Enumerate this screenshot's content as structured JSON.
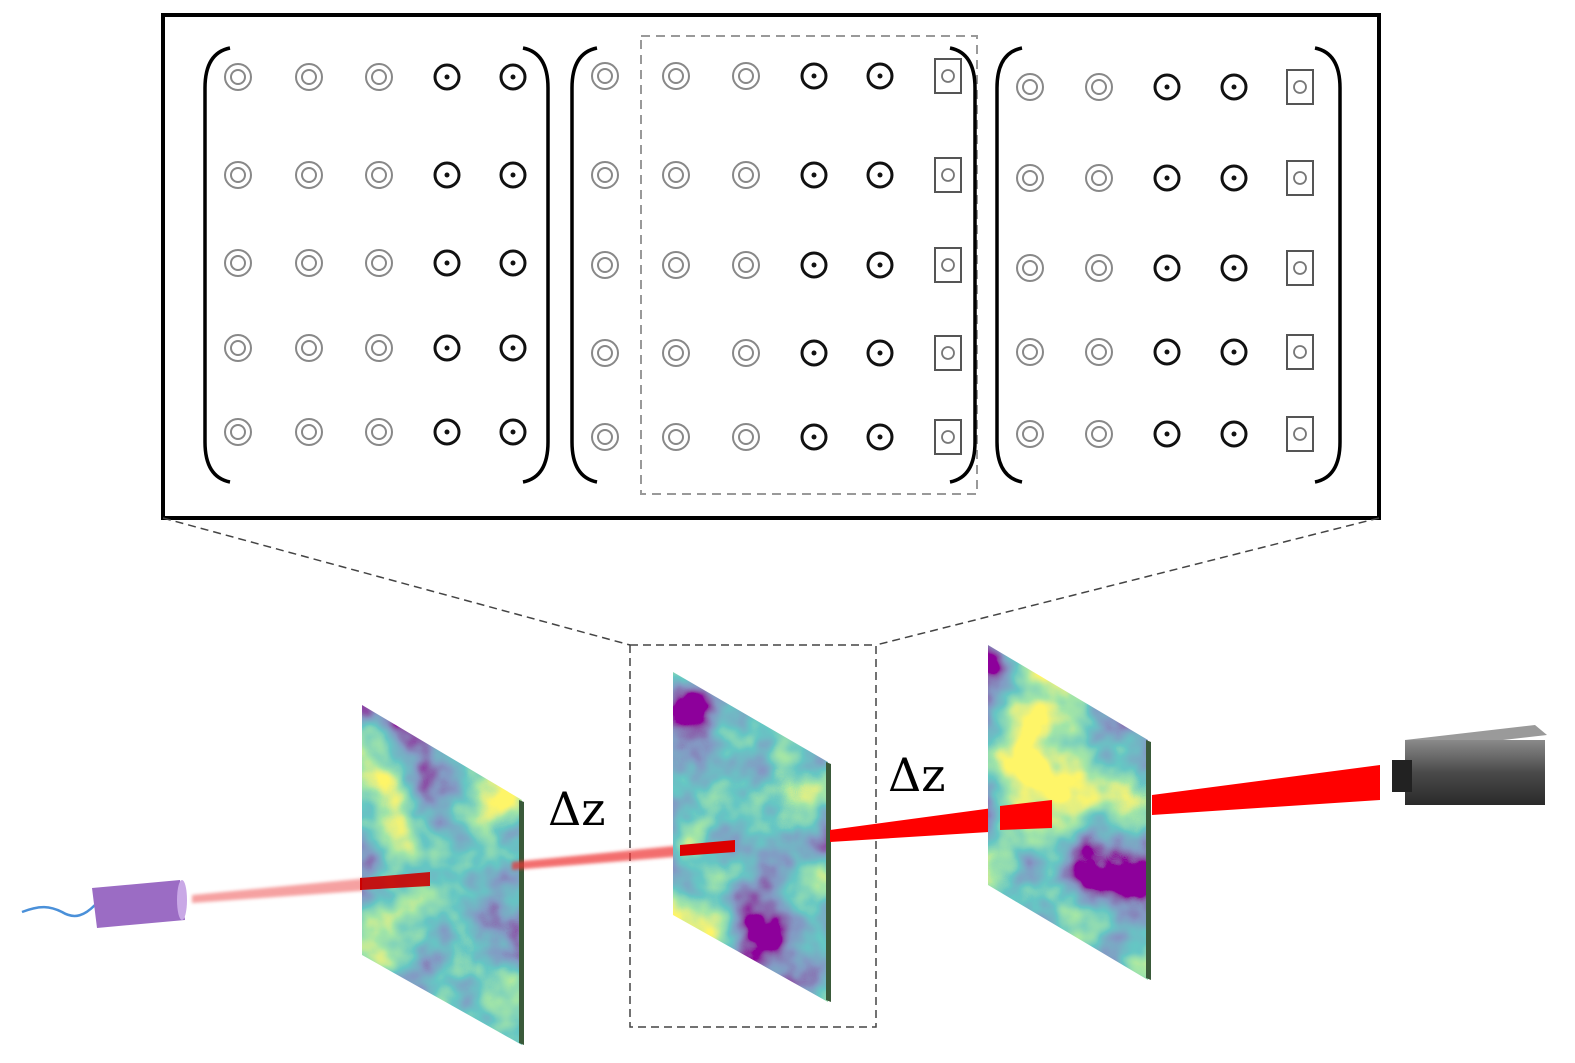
{
  "labels": {
    "delta_z_1": "Δz",
    "delta_z_2": "Δz"
  },
  "colors": {
    "laser": "#9b6cc4",
    "beam": "#e00000",
    "fiber": "#4a90d9",
    "camera": "#4a4a4a",
    "symbol_light": "#888888",
    "symbol_dark": "#111111"
  },
  "matrices": [
    {
      "name": "matrix-left",
      "columns": [
        "double-circle",
        "double-circle",
        "double-circle",
        "dot-circle",
        "dot-circle"
      ],
      "rows": 5
    },
    {
      "name": "matrix-middle",
      "columns": [
        "double-circle",
        "double-circle",
        "double-circle",
        "dot-circle",
        "dot-circle",
        "square-circle"
      ],
      "rows": 5
    },
    {
      "name": "matrix-right",
      "columns": [
        "double-circle",
        "double-circle",
        "dot-circle",
        "dot-circle",
        "square-circle"
      ],
      "rows": 5
    }
  ]
}
